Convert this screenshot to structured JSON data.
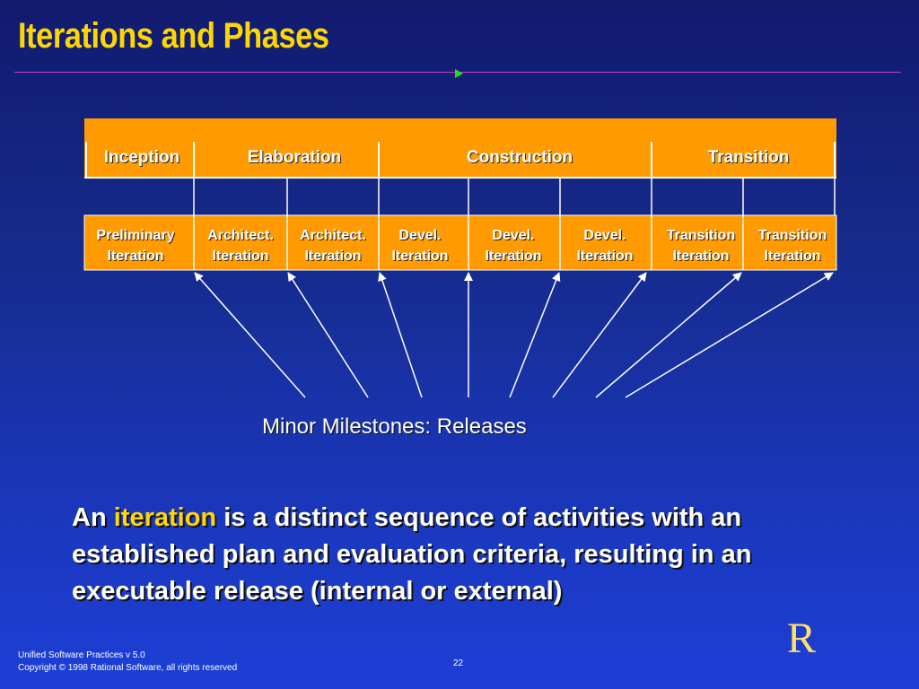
{
  "slide": {
    "title": "Iterations and Phases",
    "accent_color": "#ffd700",
    "bar_color": "#ff9a00",
    "rule_color": "#c040c8",
    "marker_icon": "play-icon"
  },
  "phases": [
    {
      "label": "Inception"
    },
    {
      "label": "Elaboration"
    },
    {
      "label": "Construction"
    },
    {
      "label": "Transition"
    }
  ],
  "iterations": [
    {
      "line1": "Preliminary",
      "line2": "Iteration"
    },
    {
      "line1": "Architect.",
      "line2": "Iteration"
    },
    {
      "line1": "Architect.",
      "line2": "Iteration"
    },
    {
      "line1": "Devel.",
      "line2": "Iteration"
    },
    {
      "line1": "Devel.",
      "line2": "Iteration"
    },
    {
      "line1": "Devel.",
      "line2": "Iteration"
    },
    {
      "line1": "Transition",
      "line2": "Iteration"
    },
    {
      "line1": "Transition",
      "line2": "Iteration"
    }
  ],
  "milestones_caption": "Minor Milestones:  Releases",
  "definition": {
    "lead": "An",
    "term": "iteration",
    "rest": "is a distinct sequence of activities with an established plan and evaluation criteria, resulting in an executable release (internal or external)"
  },
  "footer": {
    "line1": "Unified Software Practices v 5.0",
    "line2": "Copyright © 1998 Rational Software, all rights reserved",
    "page": "22",
    "logo": "R"
  }
}
